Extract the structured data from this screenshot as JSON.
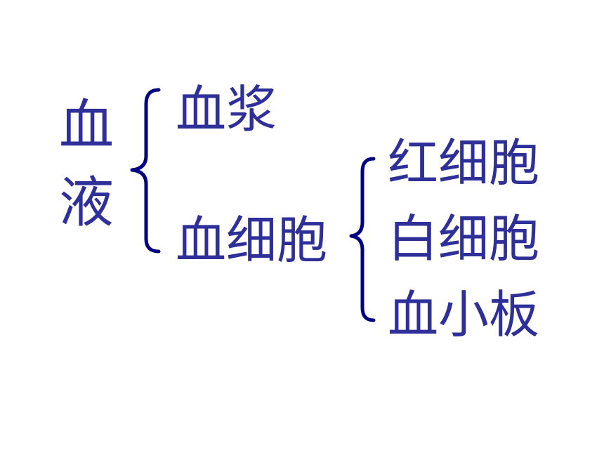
{
  "diagram": {
    "root": {
      "char1": "血",
      "char2": "液"
    },
    "level1": [
      {
        "label": "血浆"
      },
      {
        "label": "血细胞"
      }
    ],
    "level2": [
      {
        "label": "红细胞"
      },
      {
        "label": "白细胞"
      },
      {
        "label": "血小板"
      }
    ],
    "colors": {
      "text": "#2f2f9a",
      "brace": "#000080",
      "background": "#ffffff"
    }
  }
}
